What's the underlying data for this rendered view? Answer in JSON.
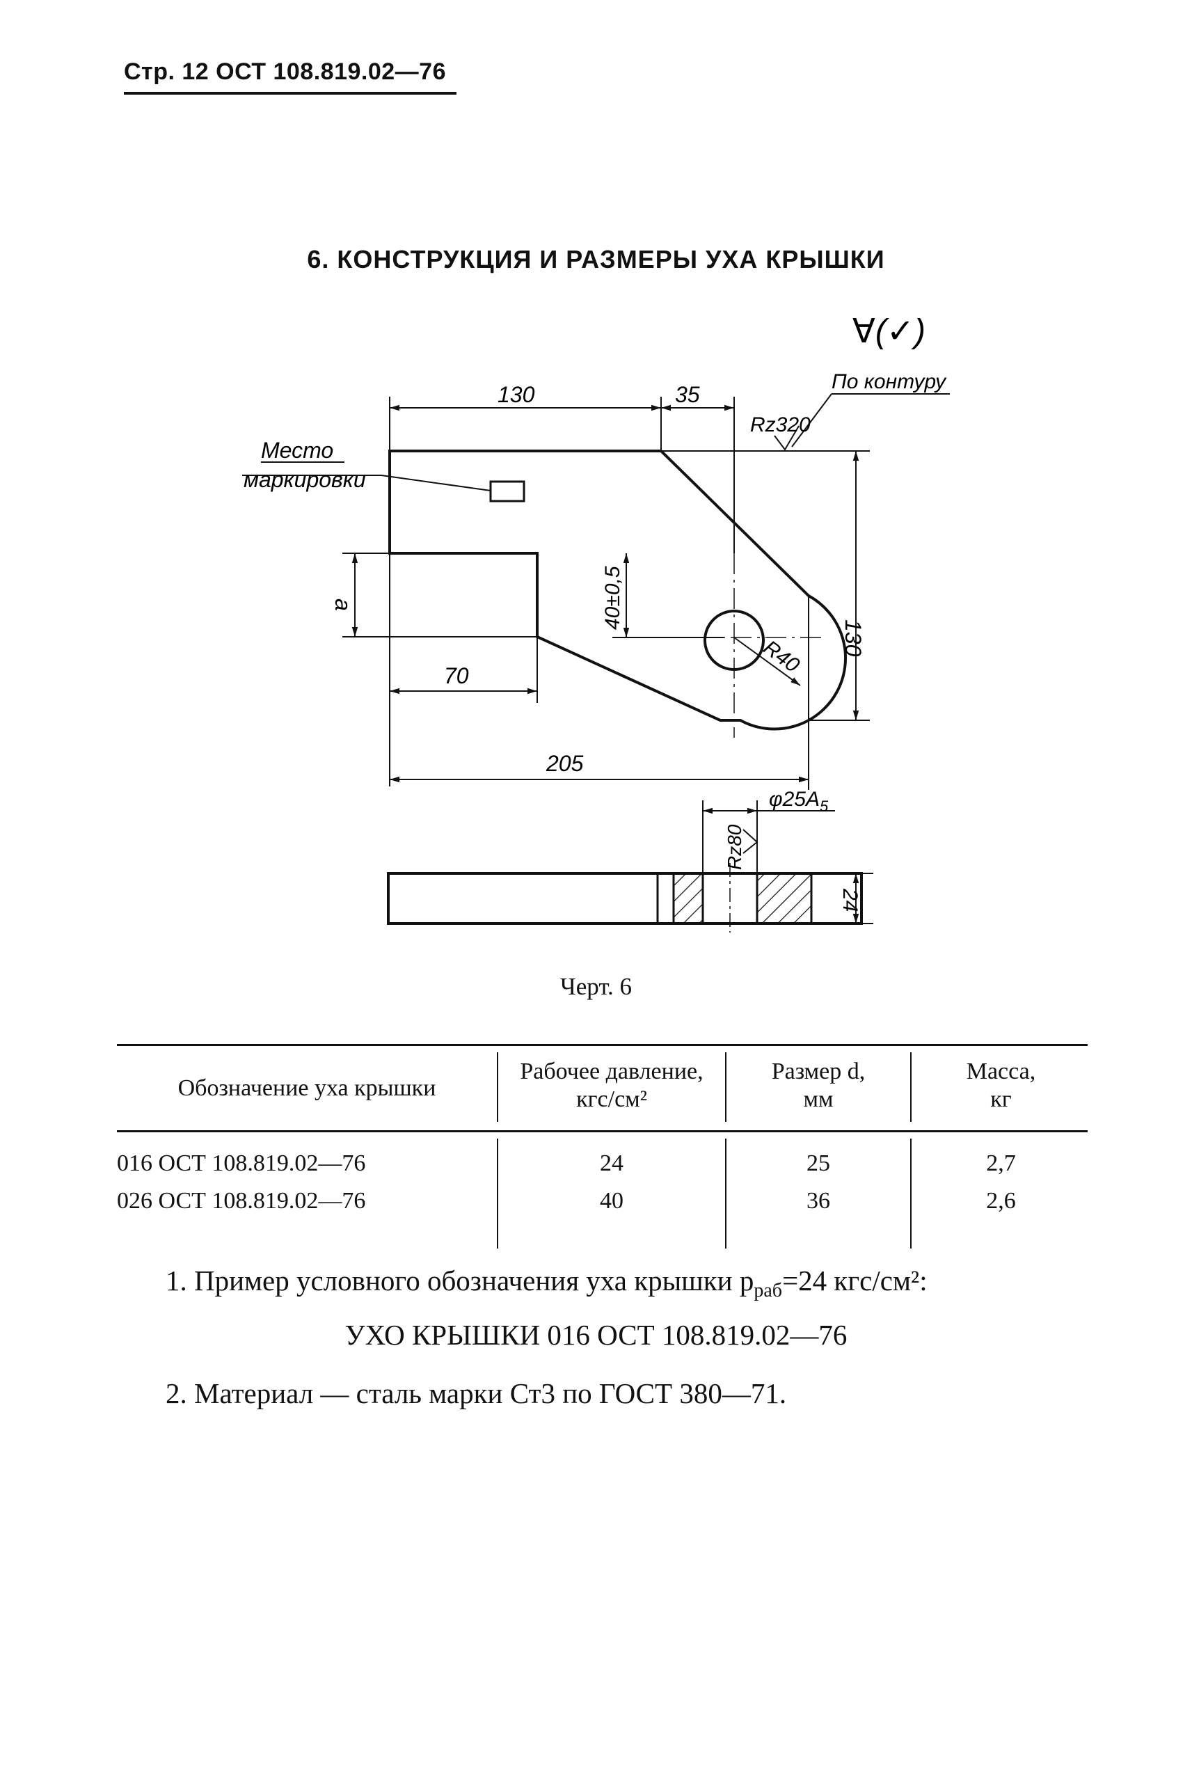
{
  "header": {
    "text": "Стр. 12 ОСТ 108.819.02—76"
  },
  "section_title": "6. КОНСТРУКЦИЯ И РАЗМЕРЫ УХА КРЫШКИ",
  "drawing": {
    "roughness_symbol": "∀(✓)",
    "dims": {
      "top_left": "130",
      "top_right": "35",
      "right_height": "130",
      "hole_offset": "40±0,5",
      "radius": "R40",
      "side_a": "a",
      "inner_width": "70",
      "total_width": "205",
      "hole_dia": "φ25A",
      "hole_dia_sub": "5",
      "thickness": "24"
    },
    "roughness": {
      "contour_note": "По контуру",
      "contour_value": "Rz320",
      "hole_value": "Rz80"
    },
    "marking_label_1": "Место",
    "marking_label_2": "маркировки"
  },
  "caption": "Черт. 6",
  "table": {
    "headers": [
      "Обозначение уха крышки",
      "Рабочее давление, кгс/см²",
      "Размер d, мм",
      "Масса, кг"
    ],
    "rows": [
      [
        "016 ОСТ 108.819.02—76",
        "24",
        "25",
        "2,7"
      ],
      [
        "026 ОСТ 108.819.02—76",
        "40",
        "36",
        "2,6"
      ]
    ]
  },
  "notes": {
    "p1_text": "1. Пример условного обозначения уха крышки p",
    "p1_sub": "раб",
    "p1_tail": "=24 кгс/см²:",
    "p2": "УХО КРЫШКИ 016 ОСТ 108.819.02—76",
    "p3": "2. Материал — сталь марки Ст3 по ГОСТ 380—71."
  }
}
